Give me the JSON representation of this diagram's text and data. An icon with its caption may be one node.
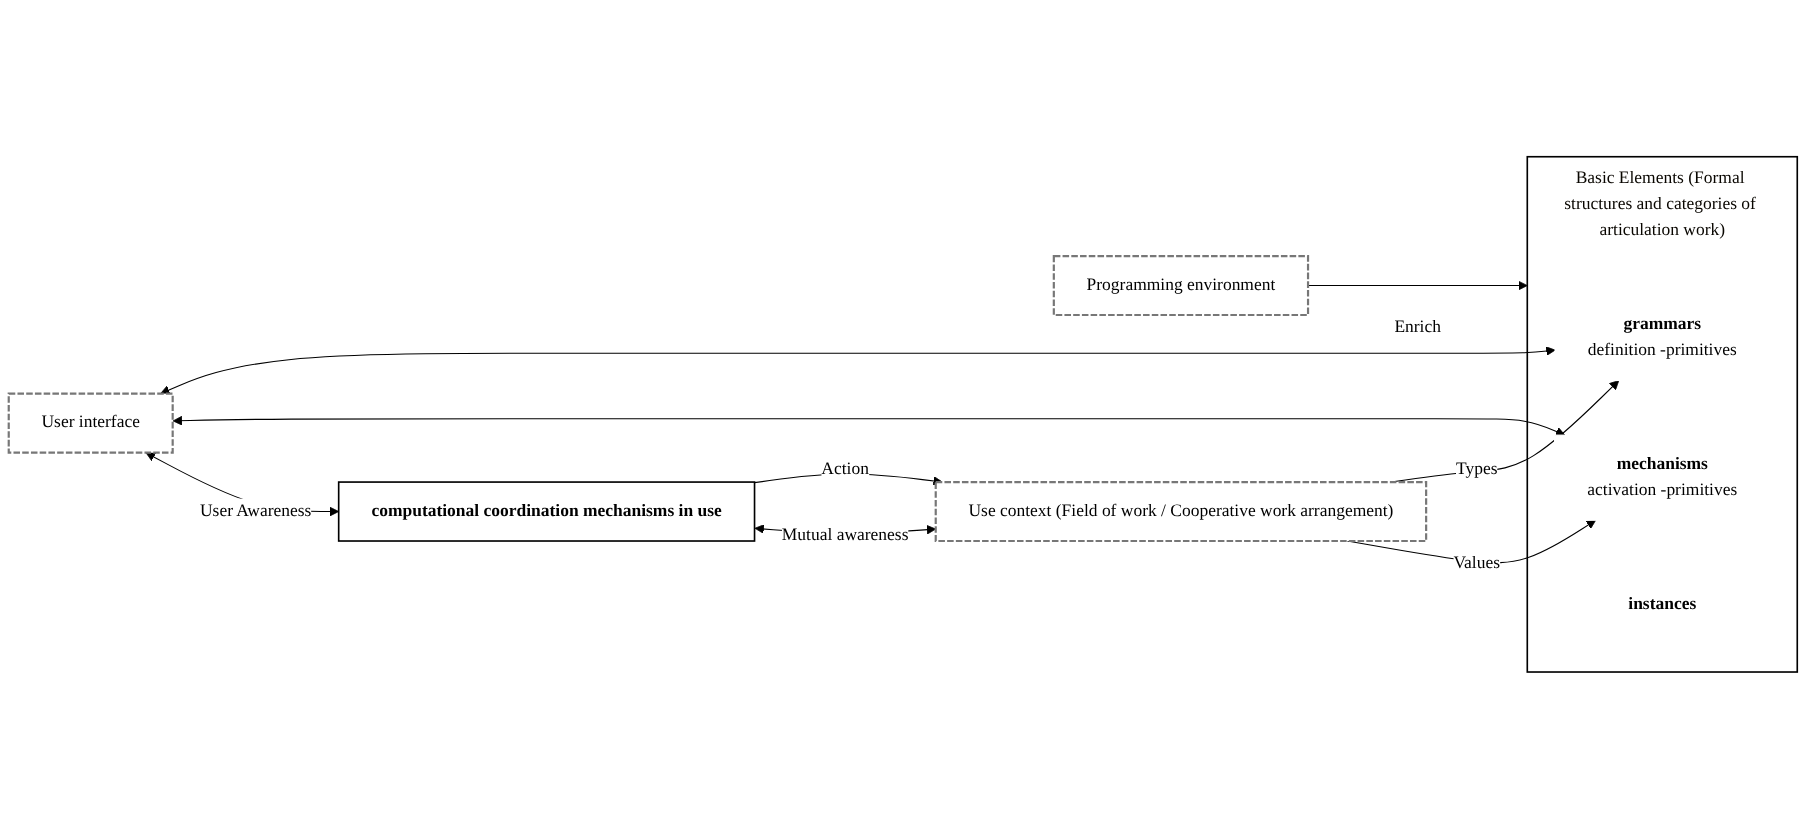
{
  "diagram": {
    "nodes": [
      {
        "text": [
          "Programming environment"
        ]
      },
      {
        "text": [
          "User interface"
        ]
      },
      {
        "text": [
          "Basic Elements (Formal structures and categories of articulation work)"
        ]
      },
      {
        "text": [
          "grammars",
          "definition -primitives"
        ],
        "in": 2
      },
      {
        "text": [
          "mechanisms",
          "activation -primitives"
        ],
        "in": 2
      },
      {
        "text": [
          "instances"
        ],
        "in": 2
      },
      {
        "text": [
          "computational coordination mechanisms in use"
        ]
      },
      {
        "text": [
          "Use context (Field of work / Cooperative work arrangement)"
        ]
      }
    ],
    "edges": [
      {
        "from": 0,
        "to": 2,
        "arrow": "to",
        "label": "Enrich"
      },
      {
        "from": 7,
        "to": 3,
        "arrow": "to",
        "label": "Types"
      },
      {
        "from": 1,
        "to": 3,
        "arrow": "both"
      },
      {
        "from": 7,
        "to": 4,
        "arrow": "to",
        "label": "Values"
      },
      {
        "from": 1,
        "to": 4,
        "arrow": "both"
      },
      {
        "from": 6,
        "to": 7,
        "arrow": "to",
        "label": "Action"
      },
      {
        "from": 1,
        "to": 6,
        "arrow": "both",
        "label": "User Awareness"
      },
      {
        "from": 6,
        "to": 7,
        "arrow": "both",
        "label": "Mutual awareness"
      }
    ]
  }
}
